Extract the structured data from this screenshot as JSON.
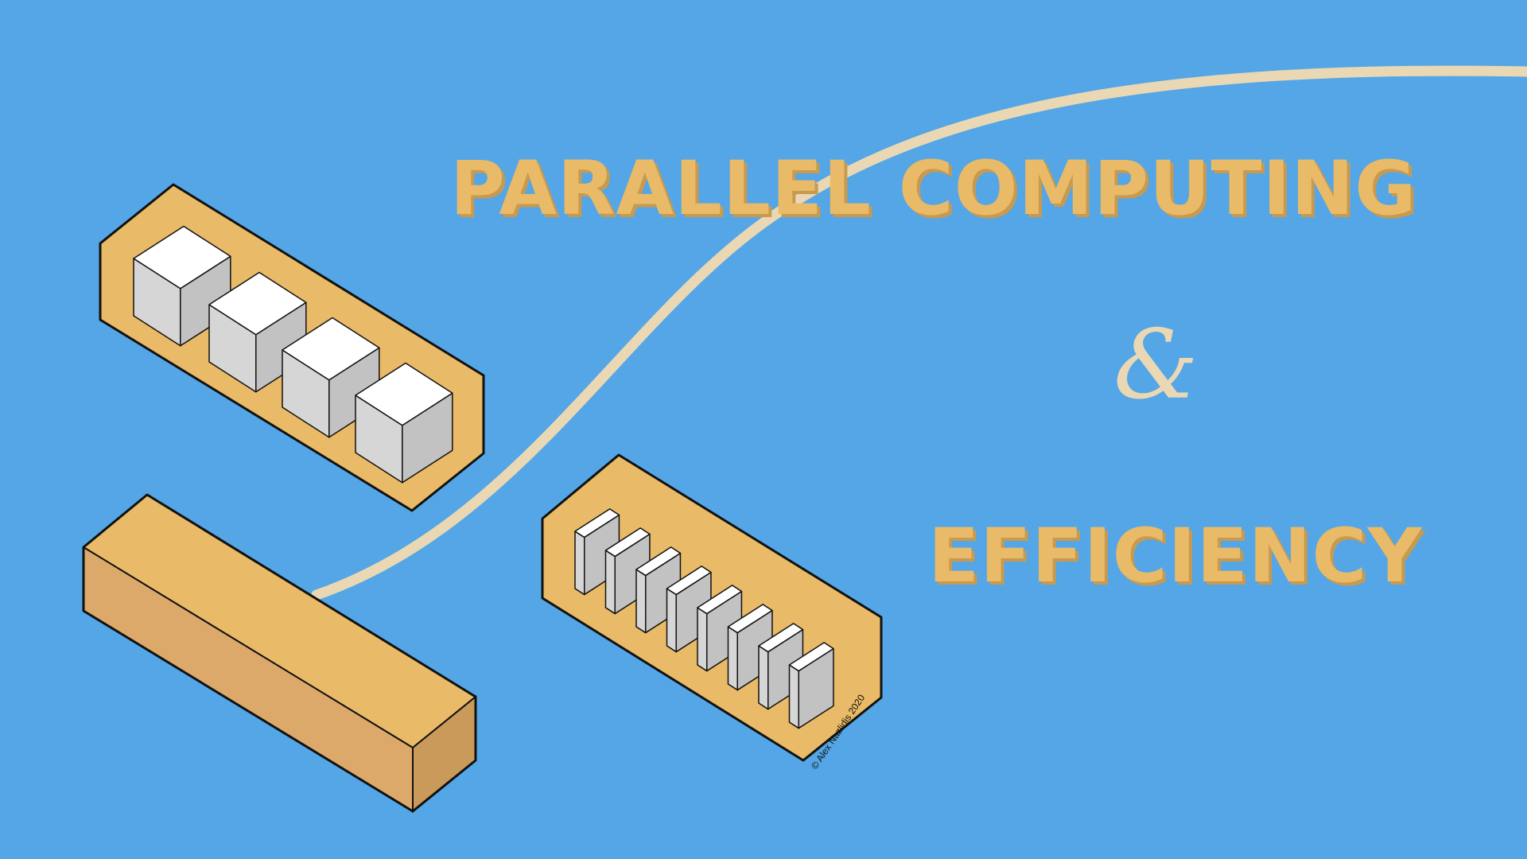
{
  "title": {
    "line1": "PARALLEL COMPUTING",
    "ampersand": "&",
    "line2": "EFFICIENCY"
  },
  "copyright": "© Alex Nazlidis 2020",
  "colors": {
    "background": "#54a6e6",
    "accent": "#e9ba67",
    "curve": "#ead8b4",
    "cube_white": "#ffffff",
    "cube_grey": "#d8d8d8"
  }
}
